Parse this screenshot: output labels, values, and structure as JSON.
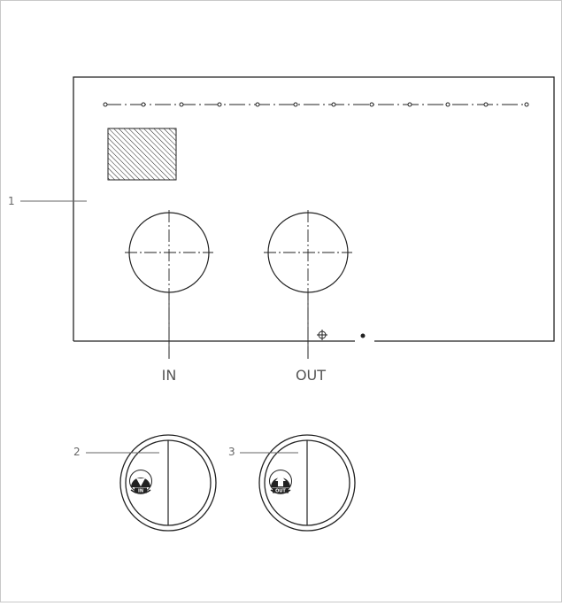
{
  "callouts": {
    "panel": "1",
    "cap_in": "2",
    "cap_out": "3"
  },
  "ports": {
    "in_label": "IN",
    "out_label": "OUT"
  },
  "caps": {
    "in_text": "IN",
    "out_text": "OUT"
  },
  "colors": {
    "line": "#222222",
    "callout": "#666666",
    "frame": "#c8c8c8"
  },
  "icons": {
    "in_cap_symbol": "arrow-down-icon",
    "out_cap_symbol": "arrow-up-icon",
    "ground_symbol": "crosshair-circle-icon"
  }
}
